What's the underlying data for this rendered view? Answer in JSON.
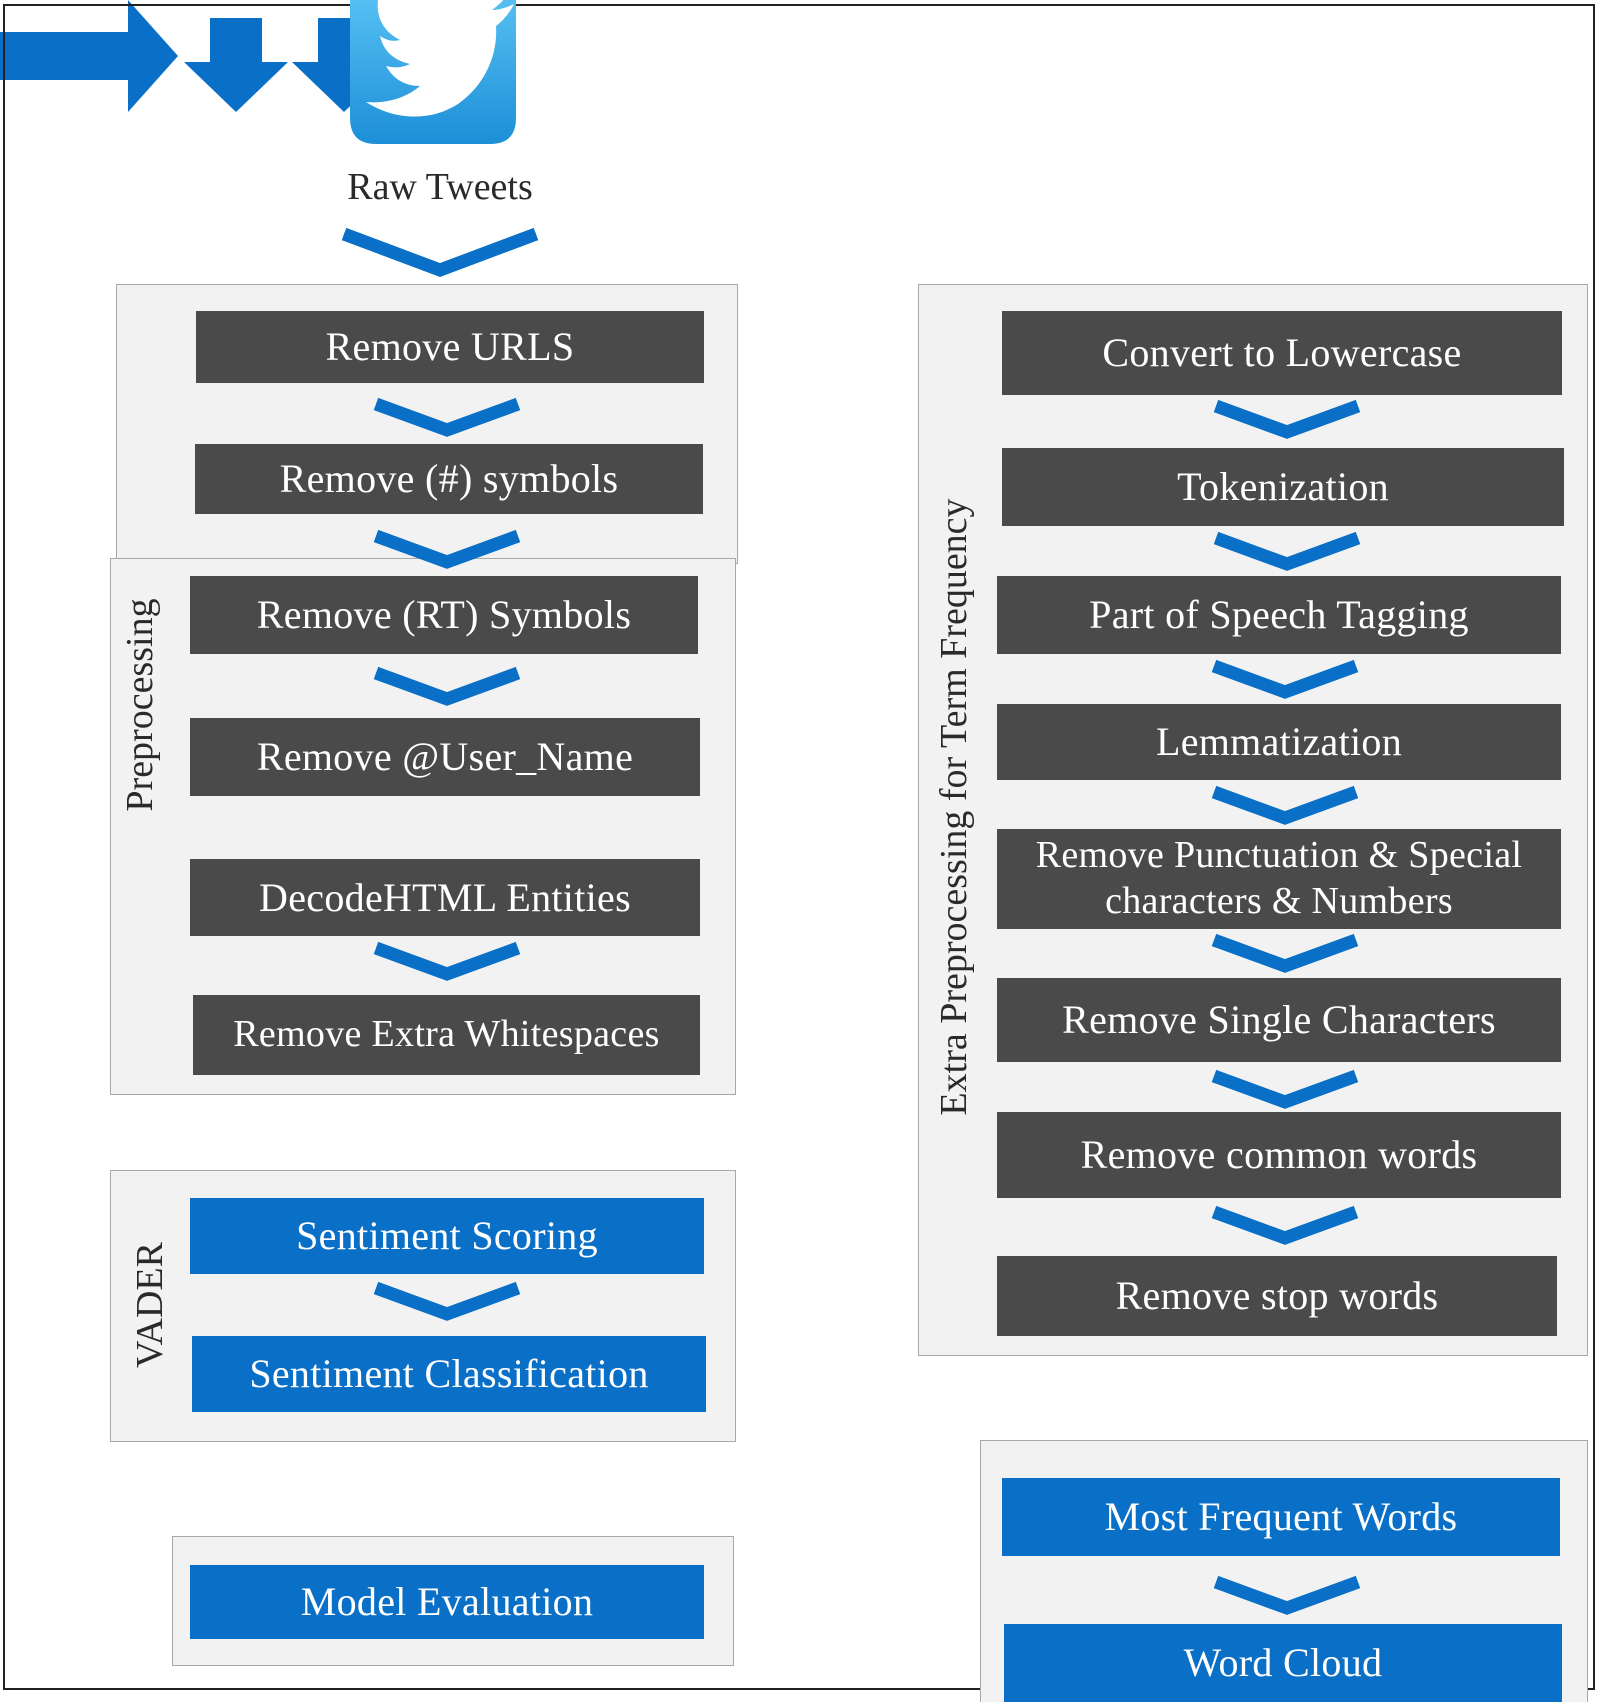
{
  "diagram": {
    "source_label": "Raw Tweets",
    "preprocessing": {
      "label": "Preprocessing",
      "steps": [
        "Remove URLS",
        "Remove (#) symbols",
        "Remove (RT) Symbols",
        "Remove @User_Name",
        "DecodeHTML Entities",
        "Remove Extra Whitespaces"
      ]
    },
    "vader": {
      "label": "VADER",
      "steps": [
        "Sentiment Scoring",
        "Sentiment Classification"
      ]
    },
    "evaluation": {
      "step": "Model Evaluation"
    },
    "extra_preprocessing": {
      "label": "Extra Preprocessing for Term Frequency",
      "steps": [
        "Convert to Lowercase",
        "Tokenization",
        "Part of Speech Tagging",
        "Lemmatization",
        "Remove Punctuation & Special characters & Numbers",
        "Remove Single Characters",
        "Remove common words",
        "Remove stop words"
      ]
    },
    "term_frequency_output": {
      "steps": [
        "Most Frequent Words",
        "Word Cloud"
      ]
    },
    "colors": {
      "dark_box": "#4a4a4a",
      "blue_box": "#0a6fc6",
      "arrow": "#0a6fc6",
      "panel": "#f2f2f2",
      "twitter_blue": "#2ea7e8"
    },
    "icons": [
      "twitter-bird-icon"
    ]
  }
}
